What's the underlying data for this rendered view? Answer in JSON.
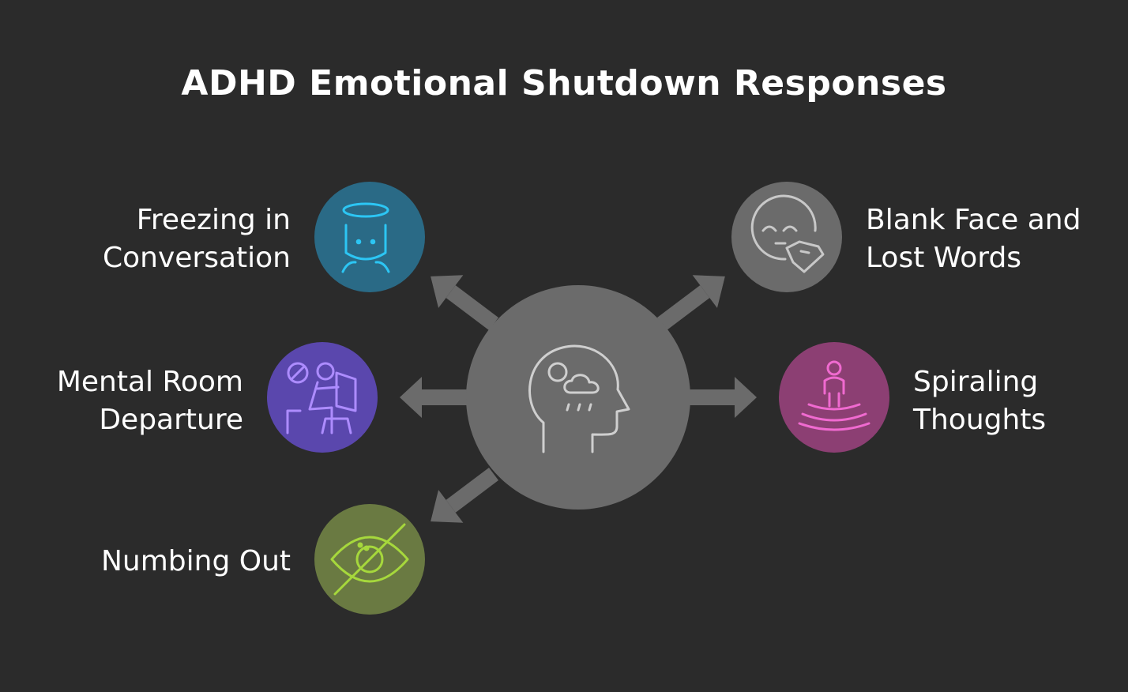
{
  "title": "ADHD Emotional Shutdown Responses",
  "center": {
    "icon": "head-with-raincloud-icon"
  },
  "nodes": [
    {
      "id": "freezing",
      "lines": [
        "Freezing in",
        "Conversation"
      ],
      "icon": "freezing-person-icon",
      "color": "#2a6a86",
      "icon_color": "#2cc6f4"
    },
    {
      "id": "mental",
      "lines": [
        "Mental Room",
        "Departure"
      ],
      "icon": "person-leaving-room-icon",
      "color": "#5a47ad",
      "icon_color": "#ad8cff"
    },
    {
      "id": "numbing",
      "lines": [
        "Numbing Out"
      ],
      "icon": "crossed-eye-icon",
      "color": "#6a7a42",
      "icon_color": "#a6d83c"
    },
    {
      "id": "blank",
      "lines": [
        "Blank Face and",
        "Lost Words"
      ],
      "icon": "blank-face-icon",
      "color": "#6b6b6b",
      "icon_color": "#c8c8c8"
    },
    {
      "id": "spiral",
      "lines": [
        "Spiraling",
        "Thoughts"
      ],
      "icon": "person-in-spiral-icon",
      "color": "#8c3f73",
      "icon_color": "#f06ad0"
    }
  ]
}
